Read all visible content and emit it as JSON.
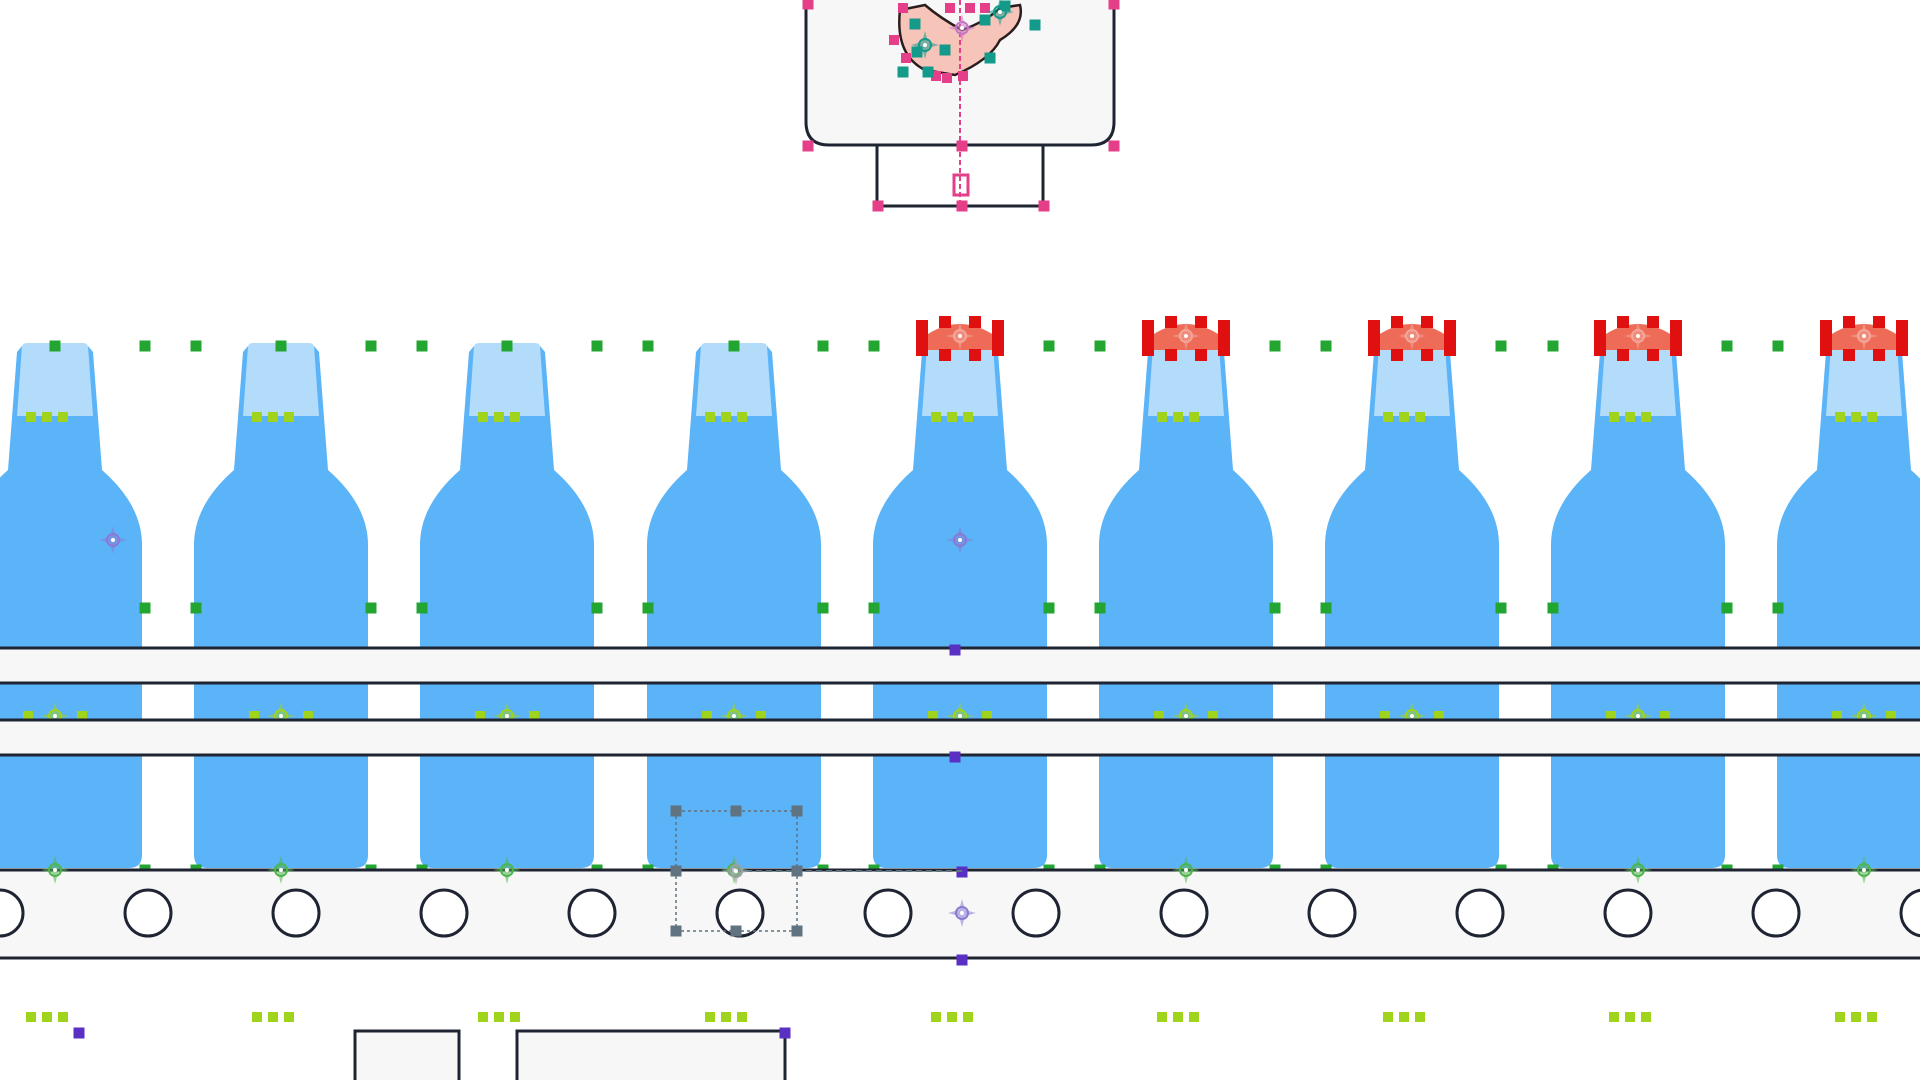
{
  "editor": {
    "name": "bottling-line-animation-canvas"
  },
  "colors": {
    "background": "#ffffff",
    "outline": "#1f2433",
    "panel_fill": "#f7f7f7",
    "bottle_body": "#5bb3f8",
    "bottle_neck": "#b3dcfb",
    "cap": "#ee6b57",
    "cap_handle": "#e01010",
    "anchor_green": "#22a631",
    "handle_lime": "#9fd31c",
    "handle_purple": "#5a2fc4",
    "handle_pink": "#e53f8a",
    "handle_teal": "#149a8a",
    "handle_gray": "#5f7380",
    "capper_glove": "#f7c4ba"
  },
  "scene": {
    "bottle_count": 9,
    "capped_bottle_count": 5,
    "roller_count": 14
  },
  "icons": {
    "pivot": "crosshair-pivot-icon",
    "handle": "square-selection-handle"
  }
}
